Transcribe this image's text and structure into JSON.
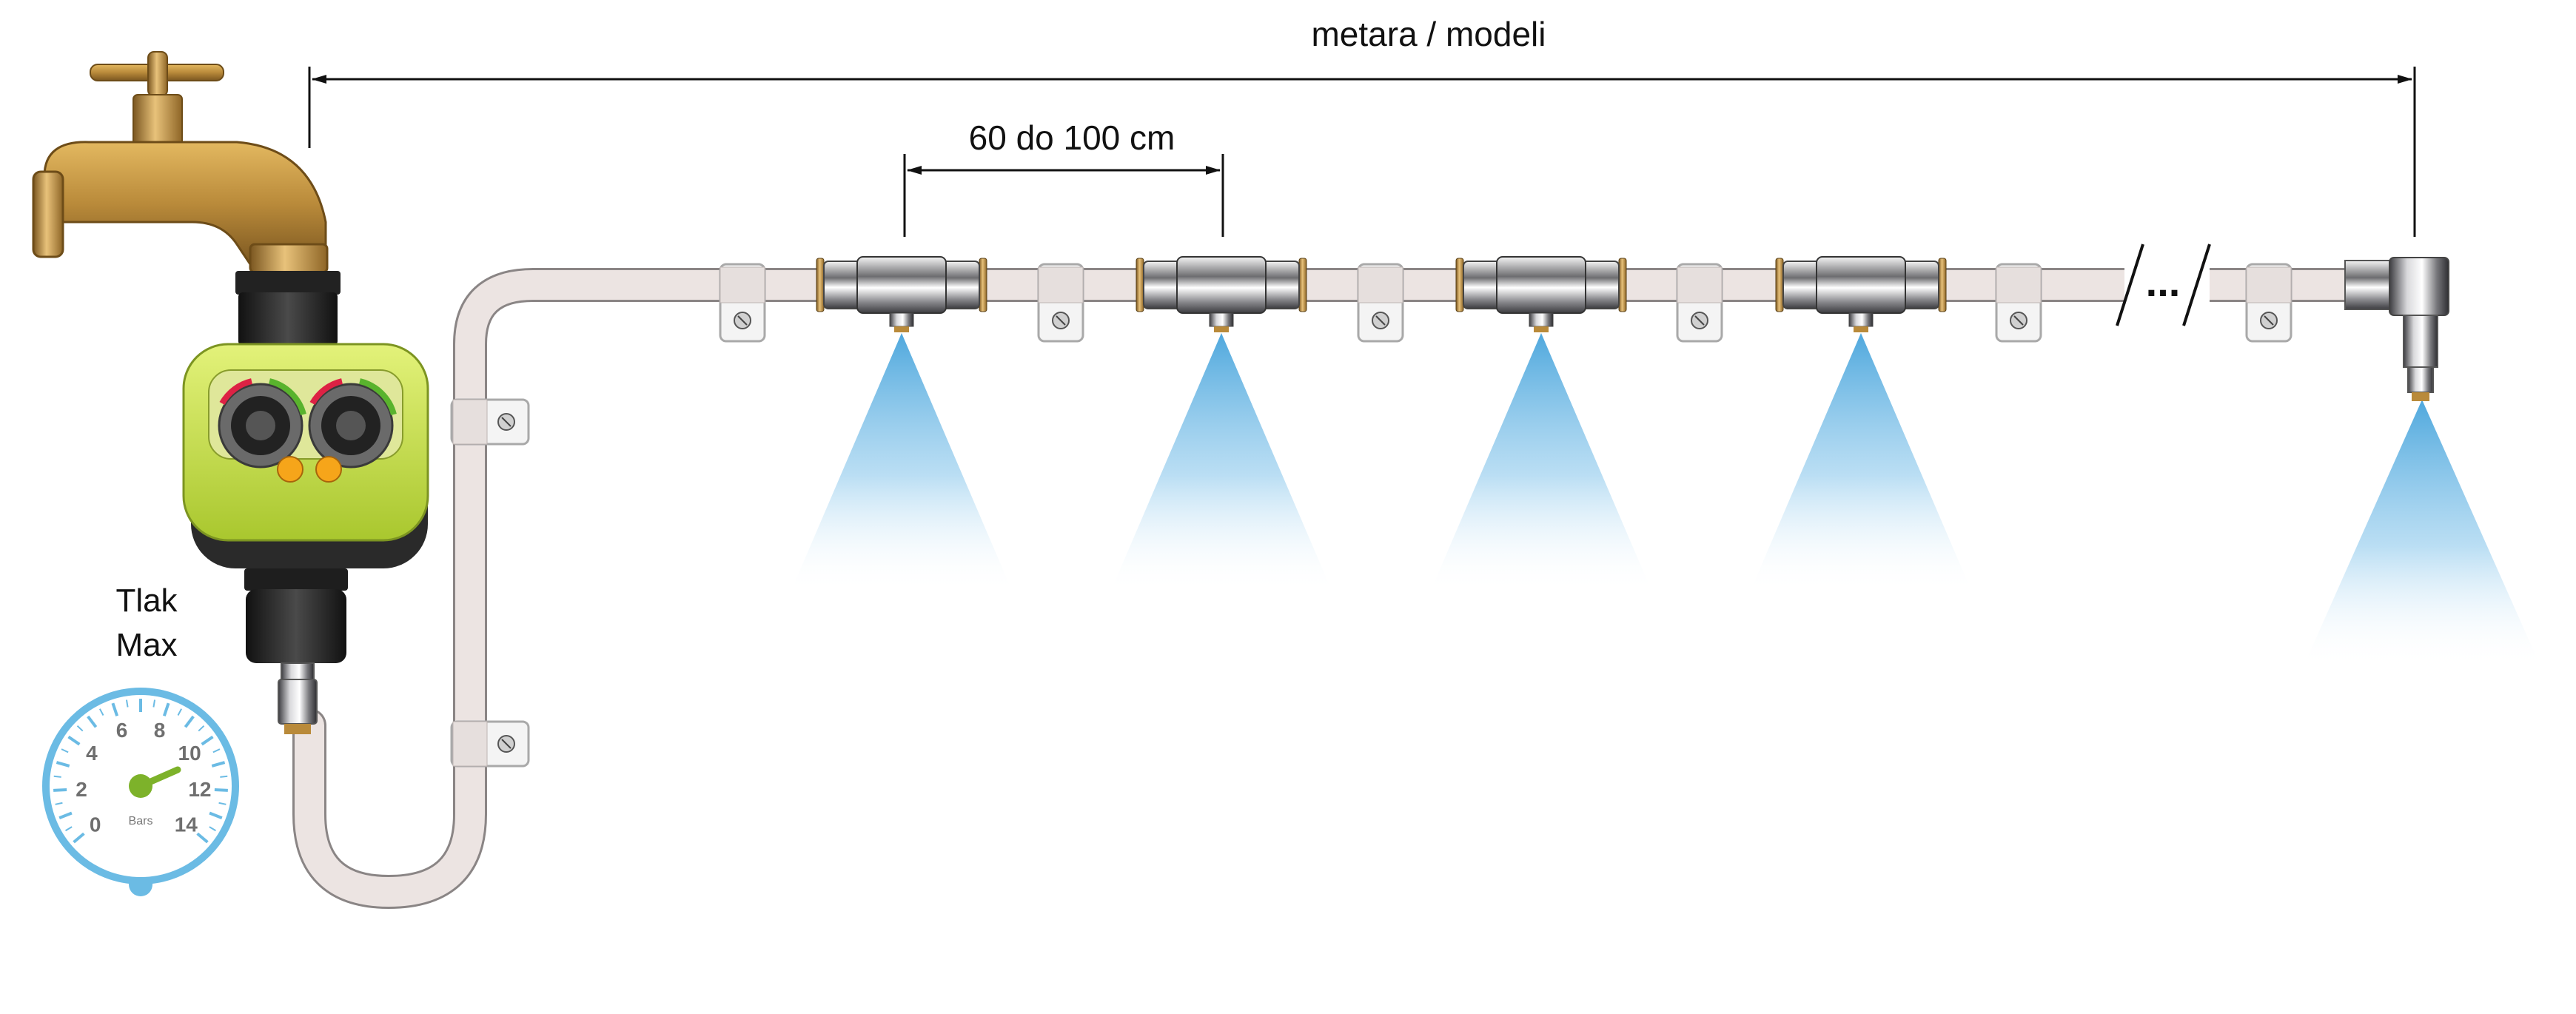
{
  "dimensions": {
    "total_length_label": "metara / modeli",
    "spacing_label": "60 do 100 cm"
  },
  "gauge": {
    "label_line1": "Tlak",
    "label_line2": "Max",
    "unit": "Bars",
    "scale_labels": [
      "0",
      "2",
      "4",
      "6",
      "8",
      "10",
      "12",
      "14"
    ]
  },
  "pipe": {
    "continuation_mark": "..."
  },
  "colors": {
    "pipe": "#e9e1df",
    "pipe_outline": "#8a8585",
    "timer_body": "#c8e24c",
    "timer_buttons": "#f6a51a",
    "gauge_ring": "#6bbbe4",
    "gauge_needle": "#7db22a",
    "mist": "#6fb8e3",
    "brass": "#b98a3a"
  },
  "icons": {
    "faucet": "brass-tap-icon",
    "timer": "water-timer-icon",
    "gauge": "pressure-gauge-icon",
    "nozzle": "mist-nozzle-icon",
    "clip": "pipe-clip-icon",
    "end_nozzle": "end-elbow-nozzle-icon"
  }
}
